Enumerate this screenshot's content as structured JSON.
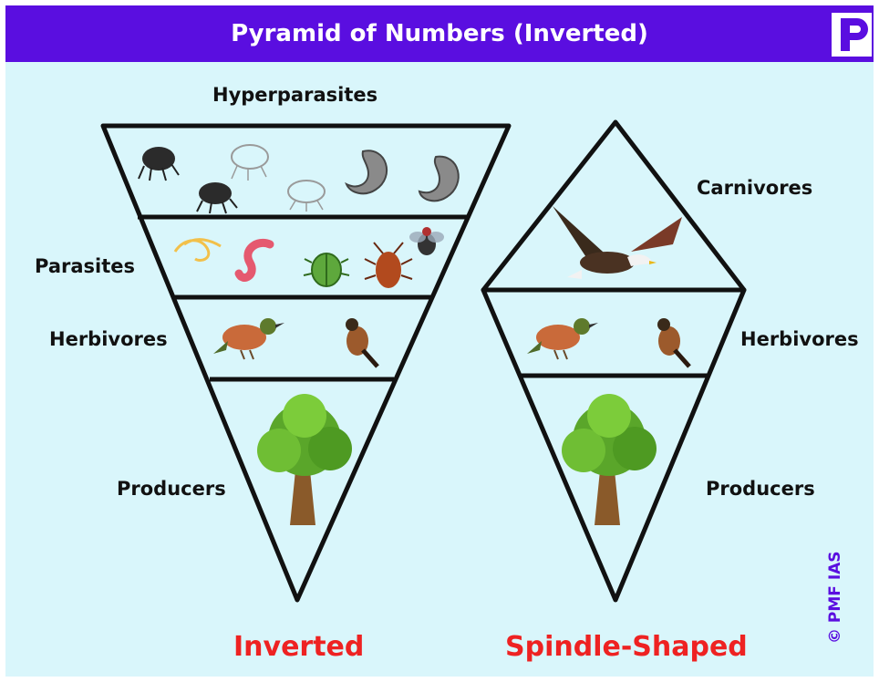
{
  "header": {
    "title": "Pyramid of Numbers (Inverted)"
  },
  "logo": {
    "icon": "pmf-logo-icon"
  },
  "inverted_pyramid": {
    "caption": "Inverted",
    "levels": [
      {
        "label": "Hyperparasites",
        "icons": [
          "flea-icon",
          "grub-icon"
        ]
      },
      {
        "label": "Parasites",
        "icons": [
          "worm-icon",
          "beetle-icon",
          "cockroach-icon",
          "fly-icon"
        ]
      },
      {
        "label": "Herbivores",
        "icons": [
          "bird-icon"
        ]
      },
      {
        "label": "Producers",
        "icons": [
          "tree-icon"
        ]
      }
    ]
  },
  "spindle_pyramid": {
    "caption": "Spindle-Shaped",
    "levels": [
      {
        "label": "Carnivores",
        "icons": [
          "eagle-icon"
        ]
      },
      {
        "label": "Herbivores",
        "icons": [
          "bird-icon"
        ]
      },
      {
        "label": "Producers",
        "icons": [
          "tree-icon"
        ]
      }
    ]
  },
  "copyright": "© PMF IAS",
  "colors": {
    "header": "#5a0ee0",
    "background": "#d9f6fb",
    "caption": "#ee2222"
  }
}
